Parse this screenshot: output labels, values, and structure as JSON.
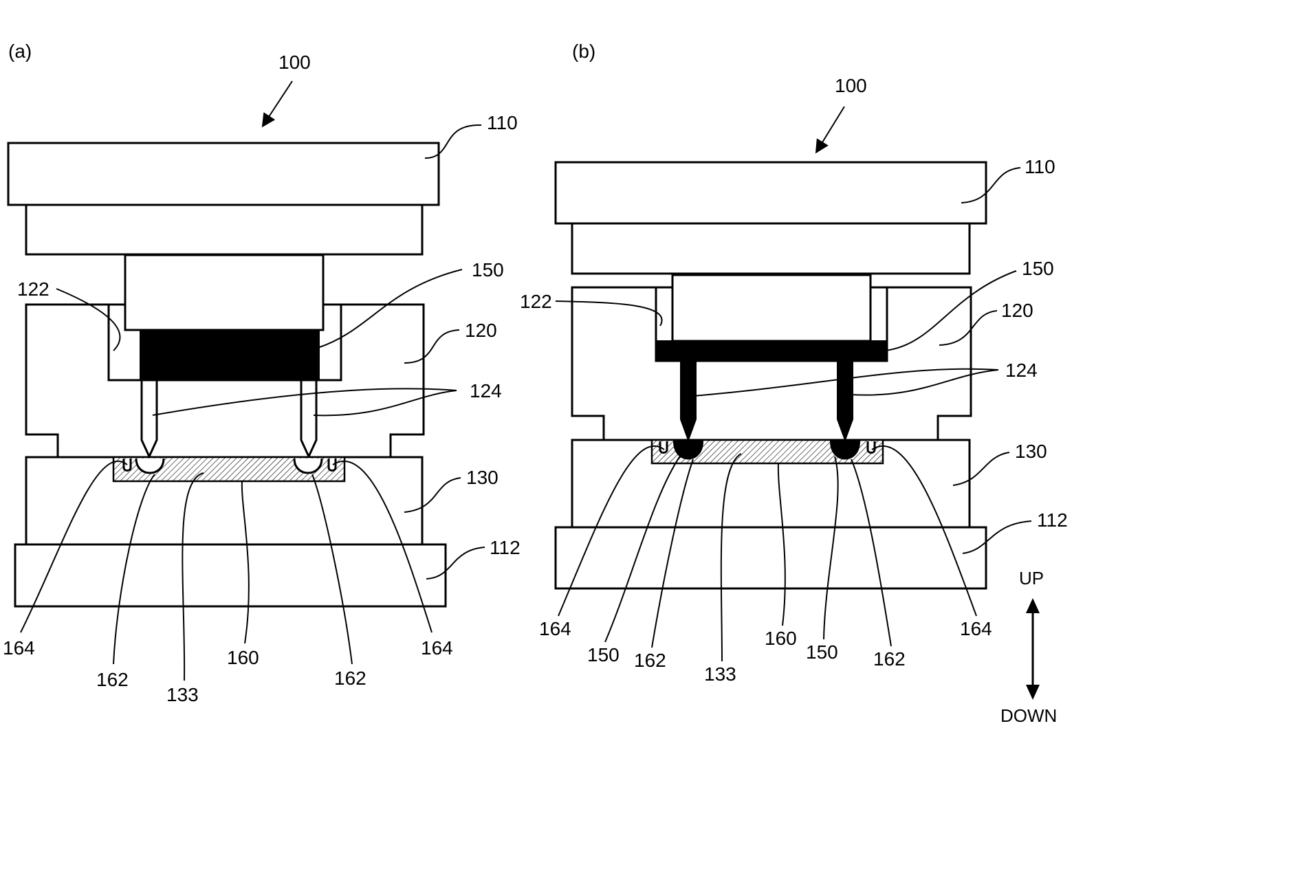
{
  "figure_a": {
    "panel_label": "(a)",
    "labels": {
      "l100": "100",
      "l110": "110",
      "l150": "150",
      "l122": "122",
      "l120": "120",
      "l124": "124",
      "l130": "130",
      "l112": "112",
      "l164_left": "164",
      "l162_left": "162",
      "l133": "133",
      "l160": "160",
      "l162_right": "162",
      "l164_right": "164"
    }
  },
  "figure_b": {
    "panel_label": "(b)",
    "labels": {
      "l100": "100",
      "l110": "110",
      "l150": "150",
      "l122": "122",
      "l120": "120",
      "l124": "124",
      "l130": "130",
      "l112": "112",
      "l164_left": "164",
      "l150_left": "150",
      "l162_left": "162",
      "l133": "133",
      "l160": "160",
      "l150_right": "150",
      "l162_right": "162",
      "l164_right": "164"
    }
  },
  "direction": {
    "up": "UP",
    "down": "DOWN"
  }
}
